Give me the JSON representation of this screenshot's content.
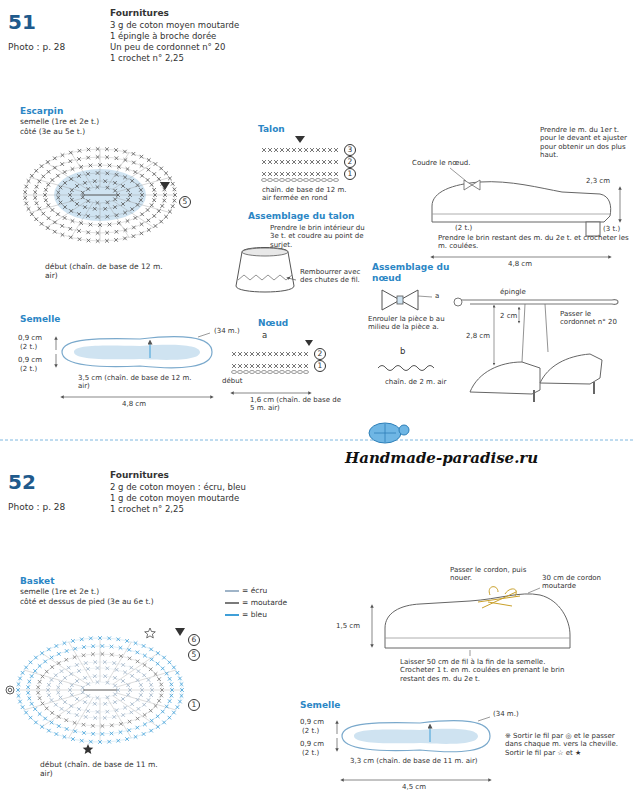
{
  "diagram": {
    "nodes": [
      {
        "text": [
          "5"
        ]
      },
      {
        "text": [
          "3"
        ]
      },
      {
        "text": [
          "2"
        ]
      },
      {
        "text": [
          "1"
        ]
      },
      {
        "text": [
          "2"
        ]
      },
      {
        "text": [
          "1"
        ]
      },
      {
        "text": [
          "6"
        ]
      },
      {
        "text": [
          "5"
        ]
      },
      {
        "text": [
          "1"
        ]
      }
    ],
    "labels": [
      "51",
      "Photo : p. 28",
      "Fournitures",
      "3 g de coton moyen moutarde",
      "1 épingle à broche dorée",
      "Un peu de cordonnet n° 20",
      "1 crochet n° 2,25",
      "Escarpin",
      "semelle (1re et 2e t.)",
      "côté (3e au 5e t.)",
      "début (chaîn. de base de 12 m. air)",
      "Talon",
      "chaîn. de base de 12 m. air fermée en rond",
      "Assemblage du talon",
      "Prendre le brin intérieur du 3e t. et coudre au point de surjet.",
      "Rembourrer avec des chutes de fil.",
      "Nœud",
      "a",
      "début",
      "1,6 cm (chaîn. de base de 5 m. air)",
      "Assemblage du nœud",
      "a",
      "Enrouler la pièce b au milieu de la pièce a.",
      "b",
      "chaîn. de 2 m. air",
      "Semelle",
      "0,9 cm",
      "(2 t.)",
      "0,9 cm",
      "(2 t.)",
      "(34 m.)",
      "3,5 cm (chaîn. de base de 12 m. air)",
      "4,8 cm",
      "Prendre le m. du 1er t. pour le devant et ajuster pour obtenir un dos plus haut.",
      "Coudre le nœud.",
      "2,3 cm",
      "(2 t.)",
      "(3 t.)",
      "Prendre le brin restant des m. du 2e t. et crocheter les m. coulées.",
      "4,8 cm",
      "épingle",
      "Passer le cordonnet n° 20",
      "2 cm",
      "2,8 cm",
      "Handmade-paradise.ru",
      "52",
      "Photo : p. 28",
      "Fournitures",
      "2 g de coton moyen : écru, bleu",
      "1 g de coton moyen moutarde",
      "1 crochet n° 2,25",
      "Basket",
      "semelle (1re et 2e t.)",
      "côté et dessus de pied (3e au 6e t.)",
      "début (chaîn. de base de 11 m. air)",
      "Passer le cordon, puis nouer.",
      "30 cm de cordon moutarde",
      "1,5 cm",
      "Laisser 50 cm de fil à la fin de la semelle. Crocheter 1 t. en m. coulées en prenant le brin restant des m. du 2e t.",
      "Semelle",
      "0,9 cm",
      "(2 t.)",
      "0,9 cm",
      "(2 t.)",
      "(34 m.)",
      "3,3 cm (chaîn. de base de 11 m. air)",
      "4,5 cm",
      "※ Sortir le fil par ◎ et le passer dans chaque m. vers la cheville. Sortir le fil par ☆ et ★"
    ],
    "legend": [
      {
        "text": "= écru",
        "color": "#9fb4c8"
      },
      {
        "text": "= moutarde",
        "color": "#7a7a7a"
      },
      {
        "text": "= bleu",
        "color": "#3f9fd8"
      }
    ]
  }
}
